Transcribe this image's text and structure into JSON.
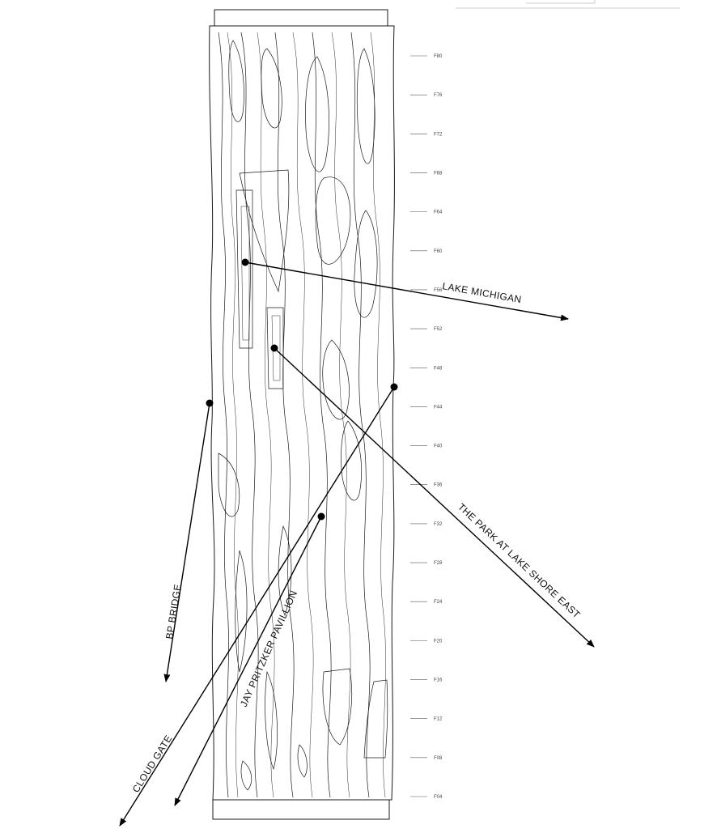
{
  "floor_levels": [
    "F80",
    "F76",
    "F72",
    "F68",
    "F64",
    "F60",
    "F56",
    "F52",
    "F48",
    "F44",
    "F40",
    "F36",
    "F32",
    "F28",
    "F24",
    "F20",
    "F16",
    "F12",
    "F08",
    "F04"
  ],
  "views": {
    "lake_michigan": "LAKE MICHIGAN",
    "park_lake_shore_east": "THE PARK AT LAKE SHORE EAST",
    "bp_bridge": "BP BRIDGE",
    "jay_pritzker_pavillion": "JAY PRITZKER PAVILLION",
    "cloud_gate": "CLOUD GATE"
  },
  "colors": {
    "line": "#000000",
    "background": "#ffffff"
  }
}
